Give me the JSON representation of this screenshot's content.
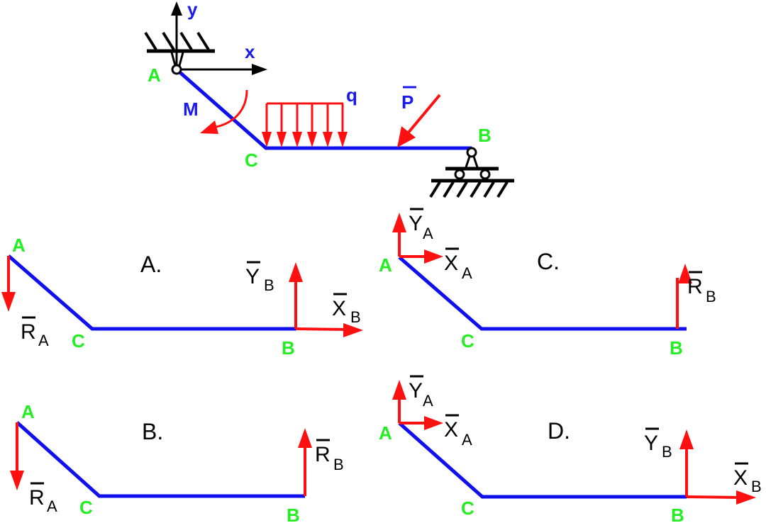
{
  "colors": {
    "beam": "#1010ee",
    "force": "#ff1010",
    "point_label": "#22ee22",
    "load_label": "#1a1aee",
    "support": "#000000",
    "text": "#000000"
  },
  "main_scheme": {
    "axes": {
      "x_label": "x",
      "y_label": "y"
    },
    "points": {
      "A": "A",
      "B": "B",
      "C": "C"
    },
    "loads": {
      "moment": "M",
      "distributed": "q",
      "force": "P"
    }
  },
  "options": [
    {
      "id": "A",
      "label": "A.",
      "points": {
        "A": "A",
        "B": "B",
        "C": "C"
      },
      "forces": [
        {
          "name": "R",
          "sub": "A",
          "at": "A",
          "direction": "down"
        },
        {
          "name": "Y",
          "sub": "B",
          "at": "B",
          "direction": "up"
        },
        {
          "name": "X",
          "sub": "B",
          "at": "B",
          "direction": "right"
        }
      ]
    },
    {
      "id": "B",
      "label": "B.",
      "points": {
        "A": "A",
        "B": "B",
        "C": "C"
      },
      "forces": [
        {
          "name": "R",
          "sub": "A",
          "at": "A",
          "direction": "down"
        },
        {
          "name": "R",
          "sub": "B",
          "at": "B",
          "direction": "up"
        }
      ]
    },
    {
      "id": "C",
      "label": "C.",
      "points": {
        "A": "A",
        "B": "B",
        "C": "C"
      },
      "forces": [
        {
          "name": "Y",
          "sub": "A",
          "at": "A",
          "direction": "up"
        },
        {
          "name": "X",
          "sub": "A",
          "at": "A",
          "direction": "right"
        },
        {
          "name": "R",
          "sub": "B",
          "at": "B",
          "direction": "up"
        }
      ]
    },
    {
      "id": "D",
      "label": "D.",
      "points": {
        "A": "A",
        "B": "B",
        "C": "C"
      },
      "forces": [
        {
          "name": "Y",
          "sub": "A",
          "at": "A",
          "direction": "up"
        },
        {
          "name": "X",
          "sub": "A",
          "at": "A",
          "direction": "right"
        },
        {
          "name": "Y",
          "sub": "B",
          "at": "B",
          "direction": "up"
        },
        {
          "name": "X",
          "sub": "B",
          "at": "B",
          "direction": "right"
        }
      ]
    }
  ]
}
